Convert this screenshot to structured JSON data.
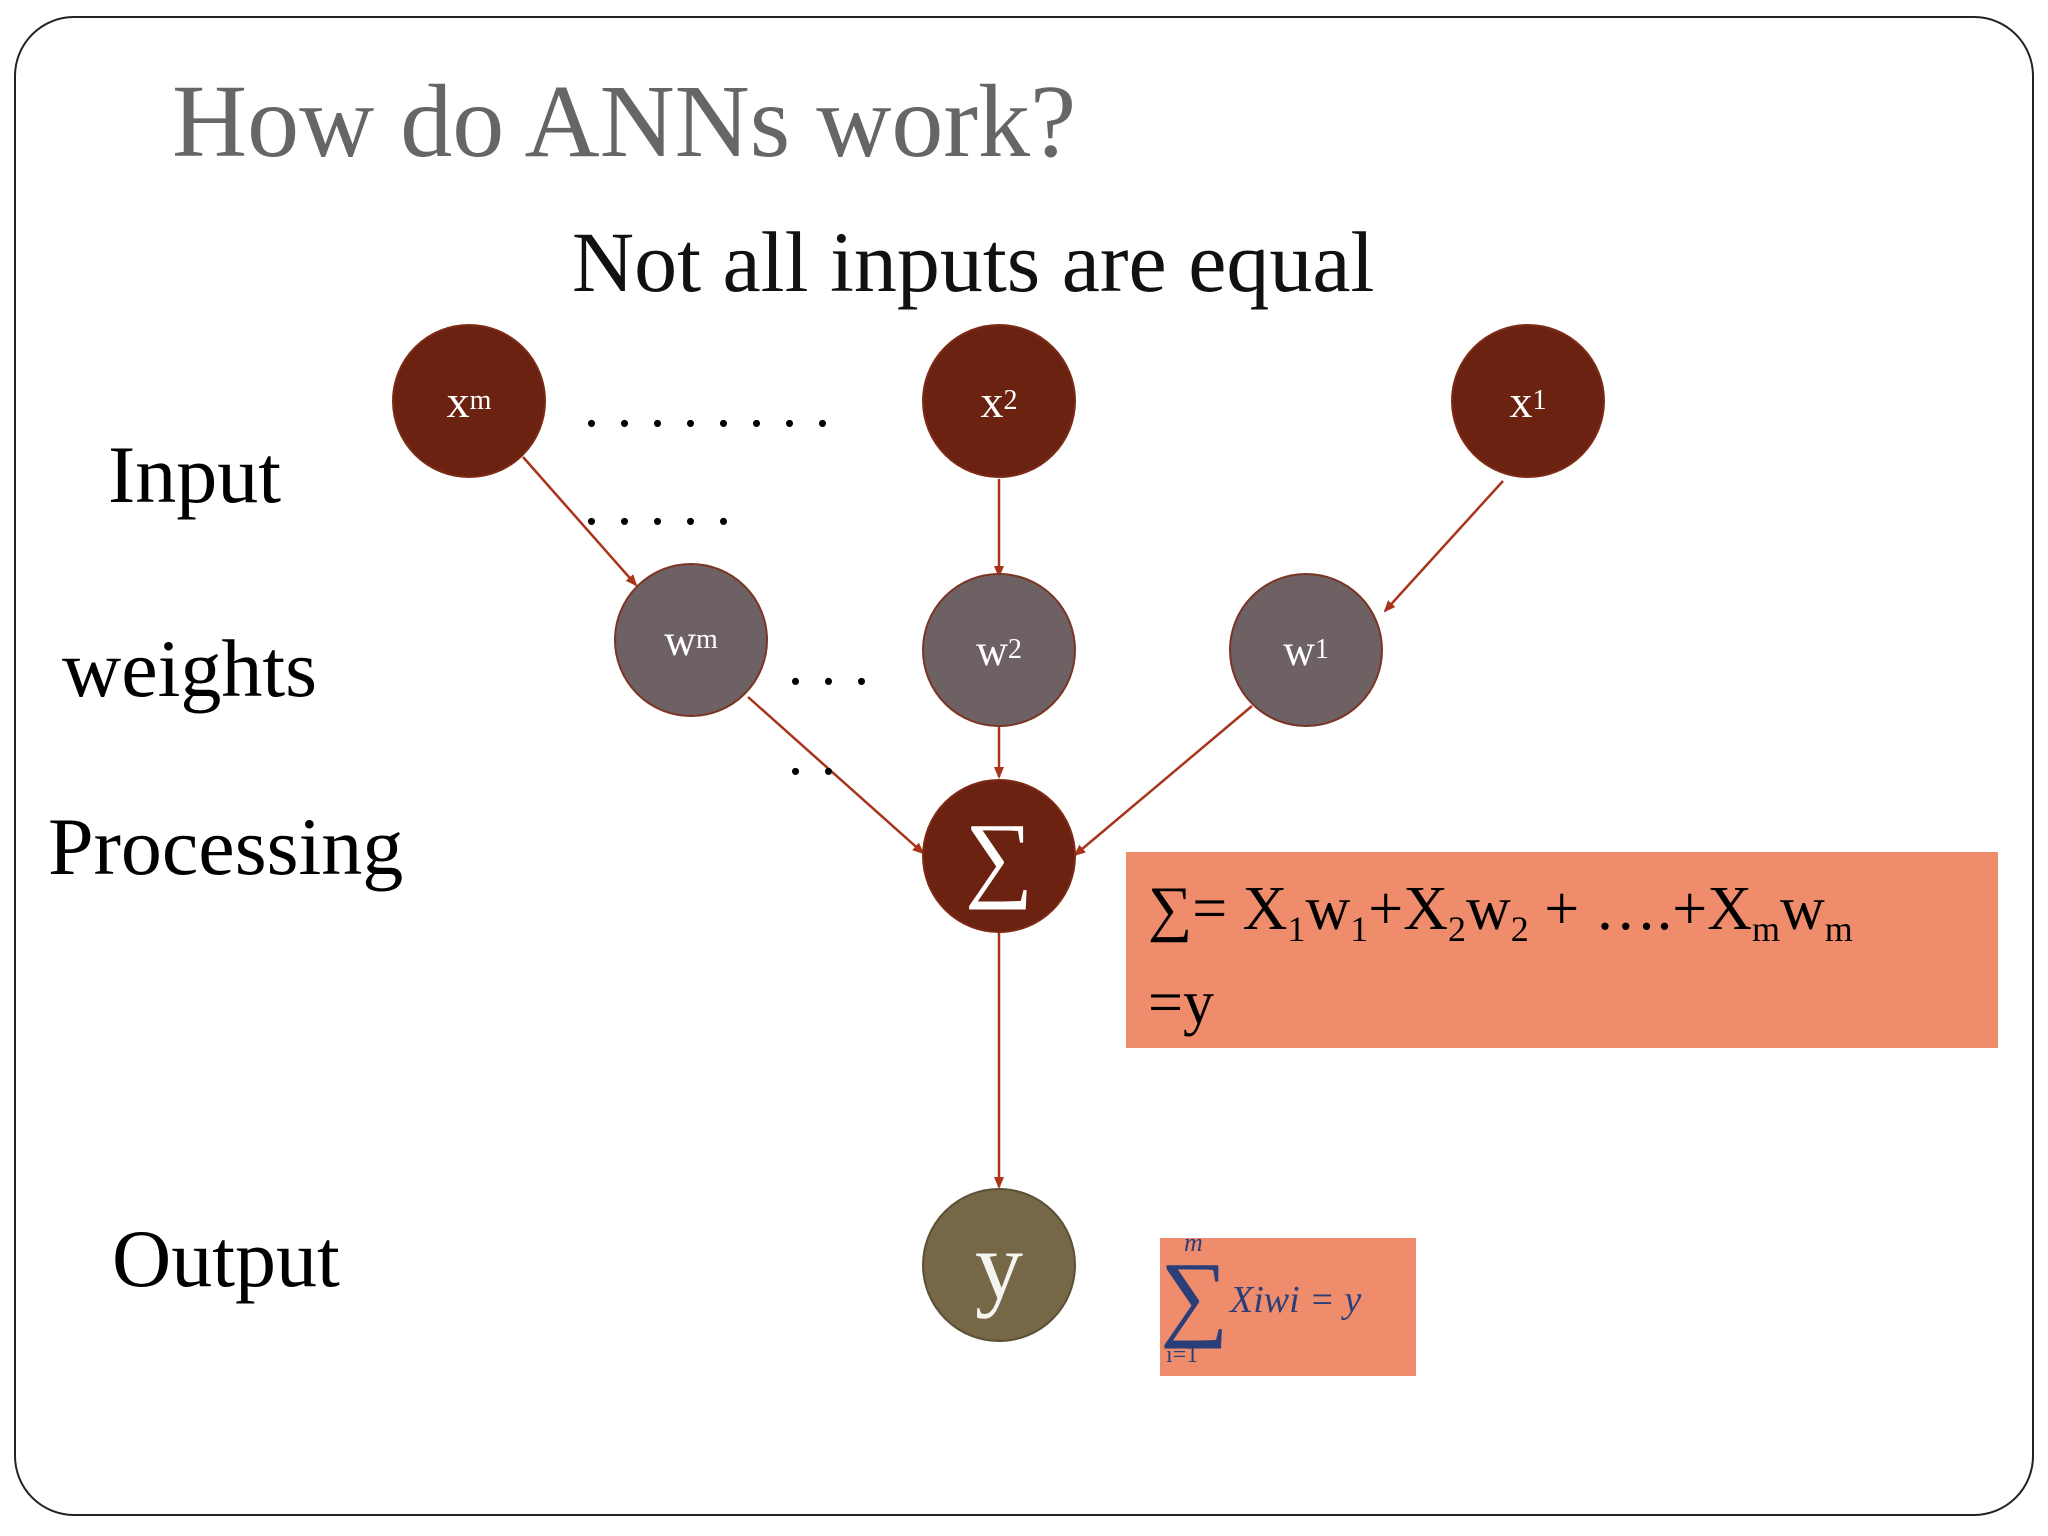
{
  "slide": {
    "title": "How do ANNs work?",
    "subtitle": "Not all inputs are equal"
  },
  "row_labels": {
    "input": "Input",
    "weights": "weights",
    "processing": "Processing",
    "output": "Output"
  },
  "nodes": {
    "inputs": [
      {
        "base": "x",
        "sub": "m"
      },
      {
        "base": "x",
        "sub": "2"
      },
      {
        "base": "x",
        "sub": "1"
      }
    ],
    "weights": [
      {
        "base": "w",
        "sub": "m"
      },
      {
        "base": "w",
        "sub": "2"
      },
      {
        "base": "w",
        "sub": "1"
      }
    ],
    "sum": "∑",
    "output": "y"
  },
  "dots": {
    "inputs_row": "........",
    "inputs_row_lower": ".....",
    "weights_row": "...",
    "weights_row_lower": ".."
  },
  "equation": {
    "line1": {
      "parts": [
        {
          "t": "∑= X"
        },
        {
          "s": "1"
        },
        {
          "t": "w"
        },
        {
          "s": "1"
        },
        {
          "t": "+X"
        },
        {
          "s": "2"
        },
        {
          "t": "w"
        },
        {
          "s": "2"
        },
        {
          "t": " + ….+X"
        },
        {
          "s": "m"
        },
        {
          "t": "w"
        },
        {
          "s": "m"
        }
      ]
    },
    "line2": "=y"
  },
  "formula": {
    "sigma": "∑",
    "upper": "m",
    "lower": "i=1",
    "body": "Xiwi = y"
  },
  "colors": {
    "input_node": "#6b2210",
    "weight_node": "#6e6163",
    "sum_node": "#6b2210",
    "output_node": "#766847",
    "edge": "#a8341a",
    "equation_box": "#ef8c6c"
  }
}
